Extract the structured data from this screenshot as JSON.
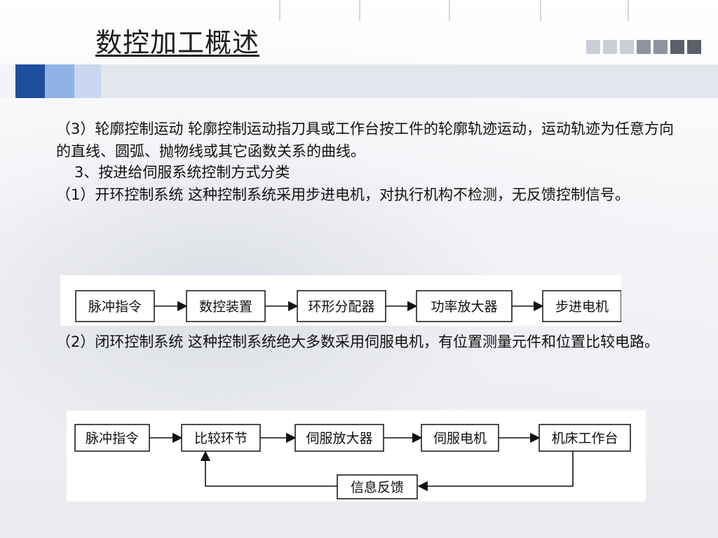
{
  "slide": {
    "title": "数控加工概述",
    "para1": "（3）轮廓控制运动 轮廓控制运动指刀具或工作台按工件的轮廓轨迹运动，运动轨迹为任意方向的直线、圆弧、抛物线或其它函数关系的曲线。",
    "para2": "3、按进给伺服系统控制方式分类",
    "para3": "（1）开环控制系统 这种控制系统采用步进电机，对执行机构不检测，无反馈控制信号。",
    "para4": "（2）闭环控制系统 这种控制系统绝大多数采用伺服电机，有位置测量元件和位置比较电路。"
  },
  "diagram1": {
    "boxes": [
      "脉冲指令",
      "数控装置",
      "环形分配器",
      "功率放大器",
      "步进电机"
    ]
  },
  "diagram2": {
    "boxes": [
      "脉冲指令",
      "比较环节",
      "伺服放大器",
      "伺服电机",
      "机床工作台"
    ],
    "feedback": "信息反馈"
  },
  "colors": {
    "accent_dark": "#1d4f9e",
    "accent_light": "#8fb3e6",
    "bar_gray": "#e6e9ef"
  }
}
